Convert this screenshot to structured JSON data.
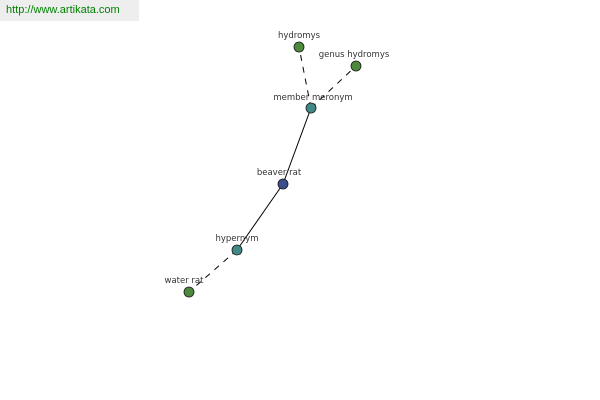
{
  "header": {
    "url_text": "http://www.artikata.com"
  },
  "graph": {
    "nodes": [
      {
        "id": "hydromys",
        "label": "hydromys",
        "color": "#4e8a3e"
      },
      {
        "id": "genus-hydromys",
        "label": "genus hydromys",
        "color": "#4e8a3e"
      },
      {
        "id": "member-meronym",
        "label": "member meronym",
        "color": "#3f8a87"
      },
      {
        "id": "beaver-rat",
        "label": "beaver rat",
        "color": "#3b4e8c"
      },
      {
        "id": "hypernym",
        "label": "hypernym",
        "color": "#3f8a87"
      },
      {
        "id": "water-rat",
        "label": "water rat",
        "color": "#4e8a3e"
      }
    ],
    "edges": [
      {
        "from": "member-meronym",
        "to": "hydromys",
        "style": "dashed"
      },
      {
        "from": "member-meronym",
        "to": "genus-hydromys",
        "style": "dashed"
      },
      {
        "from": "beaver-rat",
        "to": "member-meronym",
        "style": "solid"
      },
      {
        "from": "beaver-rat",
        "to": "hypernym",
        "style": "solid"
      },
      {
        "from": "hypernym",
        "to": "water-rat",
        "style": "dashed"
      }
    ]
  }
}
